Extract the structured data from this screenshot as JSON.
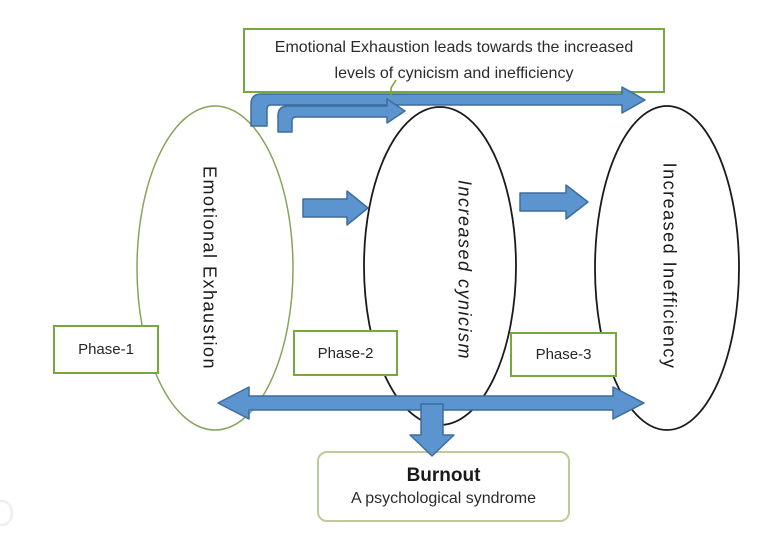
{
  "banner": {
    "line1": "Emotional Exhaustion leads towards the increased",
    "line2": "levels of cynicism and inefficiency"
  },
  "stages": [
    {
      "label": "Emotional Exhaustion",
      "phase": "Phase-1"
    },
    {
      "label": "Increased cynicism",
      "phase": "Phase-2"
    },
    {
      "label": "Increased Inefficiency",
      "phase": "Phase-3"
    }
  ],
  "outcome": {
    "title": "Burnout",
    "subtitle": "A psychological syndrome"
  },
  "colors": {
    "arrow_fill": "#5B94CE",
    "arrow_stroke": "#3E6D9E",
    "green_border": "#76A83F",
    "ellipse_green": "#85A65A",
    "ellipse_black": "#1A1A1A",
    "outcome_border": "#BDCB98",
    "artifact_gray": "#EFEFEF"
  }
}
